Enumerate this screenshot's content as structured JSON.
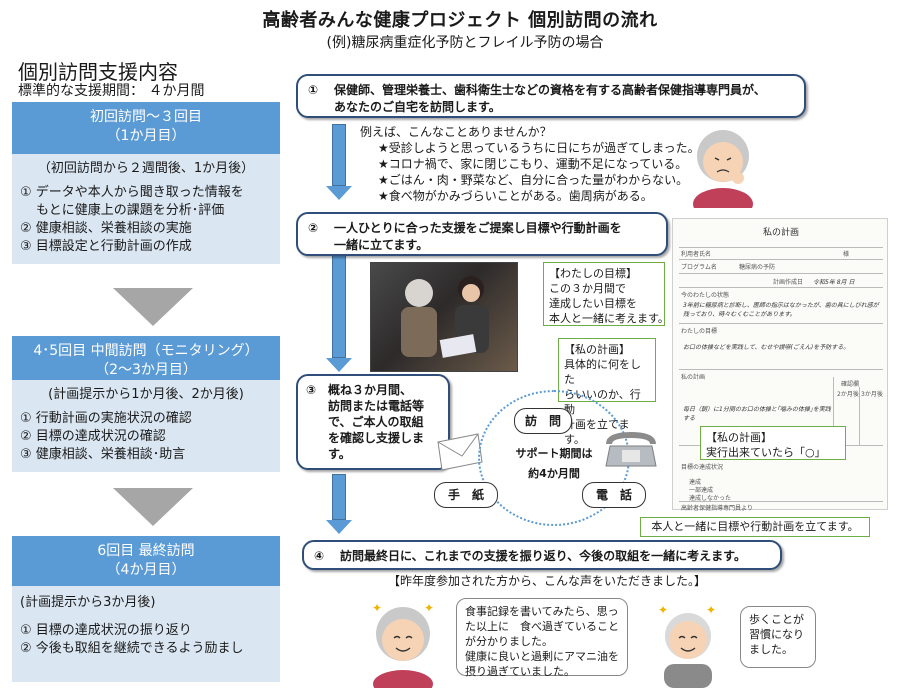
{
  "header": {
    "title": "高齢者みんな健康プロジェクト 個別訪問の流れ",
    "subtitle": "(例)糖尿病重症化予防とフレイル予防の場合"
  },
  "left": {
    "heading": "個別訪問支援内容",
    "period": "標準的な支援期間： ４か月間",
    "phases": [
      {
        "title": "初回訪問～３回目",
        "subtitle": "（1か月目）",
        "timing": "（初回訪問から２週間後、1か月後）",
        "items": [
          "① データや本人から聞き取った情報を",
          "もとに健康上の課題を分析･評価",
          "② 健康相談、栄養相談の実施",
          "③ 目標設定と行動計画の作成"
        ]
      },
      {
        "title": "4･5回目  中間訪問（モニタリング）",
        "subtitle": "（2～3か月目）",
        "timing": "(計画提示から1か月後、2か月後)",
        "items": [
          "① 行動計画の実施状況の確認",
          "② 目標の達成状況の確認",
          "③ 健康相談、栄養相談･助言"
        ]
      },
      {
        "title": "6回目  最終訪問",
        "subtitle": "（4か月目）",
        "timing": "(計画提示から3か月後)",
        "items": [
          "① 目標の達成状況の振り返り",
          "② 今後も取組を継続できるよう励まし"
        ]
      }
    ]
  },
  "steps": {
    "s1_num": "①",
    "s1_line1": "保健師、管理栄養士、歯科衛生士などの資格を有する高齢者保健指導専門員が、",
    "s1_line2": "あなたのご自宅を訪問します。",
    "examples_intro": "例えば、こんなことありませんか？",
    "examples": [
      "★受診しようと思っているうちに日にちが過ぎてしまった。",
      "★コロナ禍で、家に閉じこもり、運動不足になっている。",
      "★ごはん・肉・野菜など、自分に合った量がわからない。",
      "★食べ物がかみづらいことがある。歯周病がある。"
    ],
    "s2_num": "②",
    "s2_line1": "一人ひとりに合った支援をご提案し目標や行動計画を",
    "s2_line2": "一緒に立てます。",
    "s3_num": "③",
    "s3_lines": [
      "概ね３か月間、",
      "訪問または電話等",
      "で、ご本人の取組",
      "を確認し支援しま",
      "す。"
    ],
    "s4_num": "④",
    "s4_line": "訪問最終日に、これまでの支援を振り返り、今後の取組を一緒に考えます。"
  },
  "callouts": {
    "goal": [
      "【わたしの目標】",
      "この３か月間で",
      "達成したい目標を",
      "本人と一緒に考えます。"
    ],
    "plan": [
      "【私の計画】",
      "具体的に何をした",
      "らいいのか、行動",
      "計画を立てます。"
    ],
    "plan2": [
      "【私の計画】",
      "実行出来ていたら「○」"
    ],
    "bottom": "本人と一緒に目標や行動計画を立てます。"
  },
  "support": {
    "visit": "訪　問",
    "letter": "手　紙",
    "phone": "電　話",
    "line1": "サポート期間は",
    "line2": "約4か月間"
  },
  "form": {
    "title": "私の計画",
    "user_label": "利用者氏名",
    "user_suffix": "様",
    "program_label": "プログラム名",
    "program_value": "糖尿病の予防",
    "plan_date_label": "計画作成日",
    "plan_date_value": "令和5年 8月 日",
    "state_label": "今のわたしの状態",
    "state_value": "3年前に糖尿病と診断し、医師の指示はなかったが、歯の具にしびれ感が残っており、時々むくむことがあります。",
    "goal_label": "わたしの目標",
    "goal_value": "お口の体操などを実践して、むせや誤嚥(ごえん)を予防する。",
    "plan_label": "私の計画",
    "plan_value": "毎日（朝）に1分間のお口の体操と｢噛みの体操｣を実践する",
    "eval_label": "確認欄",
    "col2": "2か月後",
    "col3": "3か月後",
    "achieve_label": "目標の達成状況",
    "opt1": "達成",
    "opt2": "一部達成",
    "opt3": "達成しなかった",
    "footer": "高齢者保健指導専門員より"
  },
  "voices": {
    "heading": "【昨年度参加された方から、こんな声をいただきました。】",
    "woman": [
      "食事記録を書いてみたら、思った以上に　食べ過ぎていることが分かりました。",
      "健康に良いと過剰にアマニ油を摂り過ぎていました。"
    ],
    "man": [
      "歩くことが習慣になりました。"
    ]
  }
}
